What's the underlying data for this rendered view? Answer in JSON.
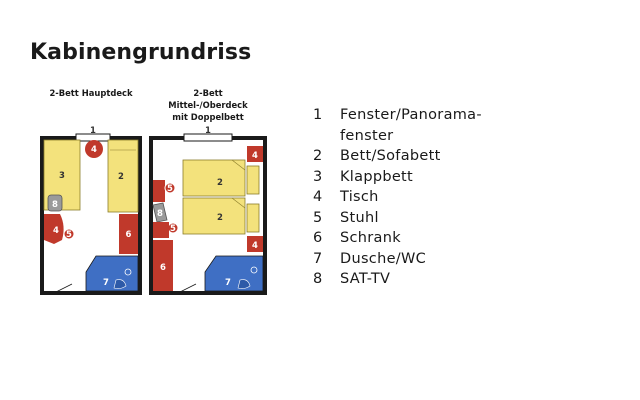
{
  "title": "Kabinengrundriss",
  "plans": [
    {
      "label_lines": [
        "2-Bett Hauptdeck"
      ]
    },
    {
      "label_lines": [
        "2-Bett",
        "Mittel-/Oberdeck",
        "mit Doppelbett"
      ]
    }
  ],
  "markers": {
    "window": "1",
    "bed": "2",
    "foldbed": "3",
    "table": "4",
    "chair": "5",
    "closet": "6",
    "shower": "7",
    "tv": "8"
  },
  "legend": [
    {
      "num": "1",
      "text": "Fenster/Panorama-\nfenster"
    },
    {
      "num": "2",
      "text": "Bett/Sofabett"
    },
    {
      "num": "3",
      "text": "Klappbett"
    },
    {
      "num": "4",
      "text": "Tisch"
    },
    {
      "num": "5",
      "text": "Stuhl"
    },
    {
      "num": "6",
      "text": "Schrank"
    },
    {
      "num": "7",
      "text": "Dusche/WC"
    },
    {
      "num": "8",
      "text": "SAT-TV"
    }
  ],
  "colors": {
    "bed": "#f3e27c",
    "furniture": "#c0392b",
    "shower": "#3f6fc4",
    "tv": "#9a9a9a",
    "wall": "#1a1a1a",
    "window": "#ffffff"
  }
}
